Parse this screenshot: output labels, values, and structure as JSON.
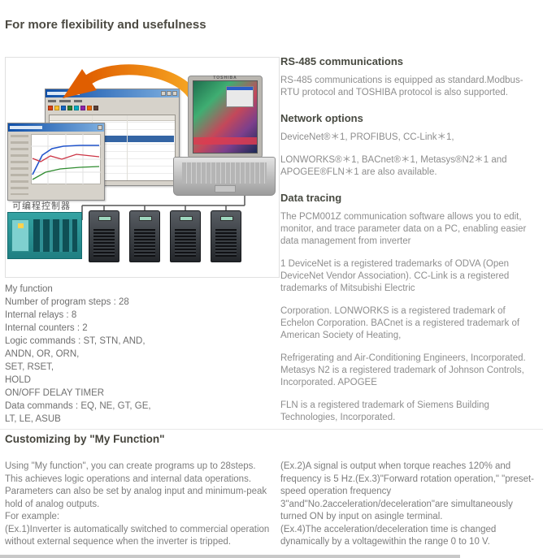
{
  "colors": {
    "accent_orange": "#e8731a",
    "heading_text": "#4c4a42",
    "body_text": "#8d8d8d",
    "plc_teal": "#2f9e9e",
    "window_title_blue": "#0f4fa8"
  },
  "header": {
    "title": "For more flexibility and usefulness"
  },
  "diagram": {
    "plc_label": "可编程控制器",
    "laptop_brand": "TOSHIBA"
  },
  "my_function": {
    "lines": [
      "My function",
      "Number of program steps : 28",
      "Internal relays : 8",
      "Internal counters : 2",
      "Logic commands : ST, STN, AND,",
      "ANDN, OR, ORN,",
      "SET, RSET,",
      "HOLD",
      "ON/OFF DELAY TIMER",
      "Data commands : EQ, NE, GT, GE,",
      "LT, LE, ASUB"
    ]
  },
  "right_column": {
    "sections": [
      {
        "heading": "RS-485 communications",
        "paragraphs": [
          "RS-485 communications is equipped as standard.Modbus-RTU protocol and TOSHIBA protocol is also supported."
        ]
      },
      {
        "heading": "Network options",
        "paragraphs": [
          "DeviceNet®＊1, PROFIBUS, CC-Link＊1,",
          "LONWORKS®＊1, BACnet®＊1, Metasys®N2＊1 and APOGEE®FLN＊1 are also available."
        ]
      },
      {
        "heading": "Data tracing",
        "paragraphs": [
          "The PCM001Z communication software allows you to edit, monitor, and trace parameter data on a PC, enabling easier data management from inverter",
          "1 DeviceNet is a registered trademarks of ODVA (Open DeviceNet Vendor Association). CC-Link is a registered trademarks of Mitsubishi Electric",
          "Corporation. LONWORKS is a registered trademark of Echelon Corporation. BACnet is a registered trademark of American Society of Heating,",
          "Refrigerating and Air-Conditioning Engineers, Incorporated. Metasys N2 is a registered trademark of Johnson Controls, Incorporated. APOGEE",
          "FLN is a registered trademark of Siemens Building Technologies, Incorporated."
        ]
      }
    ]
  },
  "customizing": {
    "heading": "Customizing by \"My Function\"",
    "left_paragraphs": [
      "Using \"My function\", you can create programs up to 28steps. This achieves logic operations and internal data operations. Parameters can also be set by analog input and minimum-peak hold of analog outputs.",
      "For example:",
      "(Ex.1)Inverter is automatically switched to commercial operation without external sequence when the inverter is tripped."
    ],
    "right_paragraphs": [
      "(Ex.2)A signal is output when torque reaches 120% and frequency is 5 Hz.(Ex.3)\"Forward rotation operation,\" \"preset-speed operation frequency 3\"and\"No.2acceleration/deceleration\"are simultaneously turned ON by input on asingle terminal.",
      "(Ex.4)The acceleration/deceleration time is changed dynamically by a voltagewithin the range 0 to 10 V."
    ]
  }
}
